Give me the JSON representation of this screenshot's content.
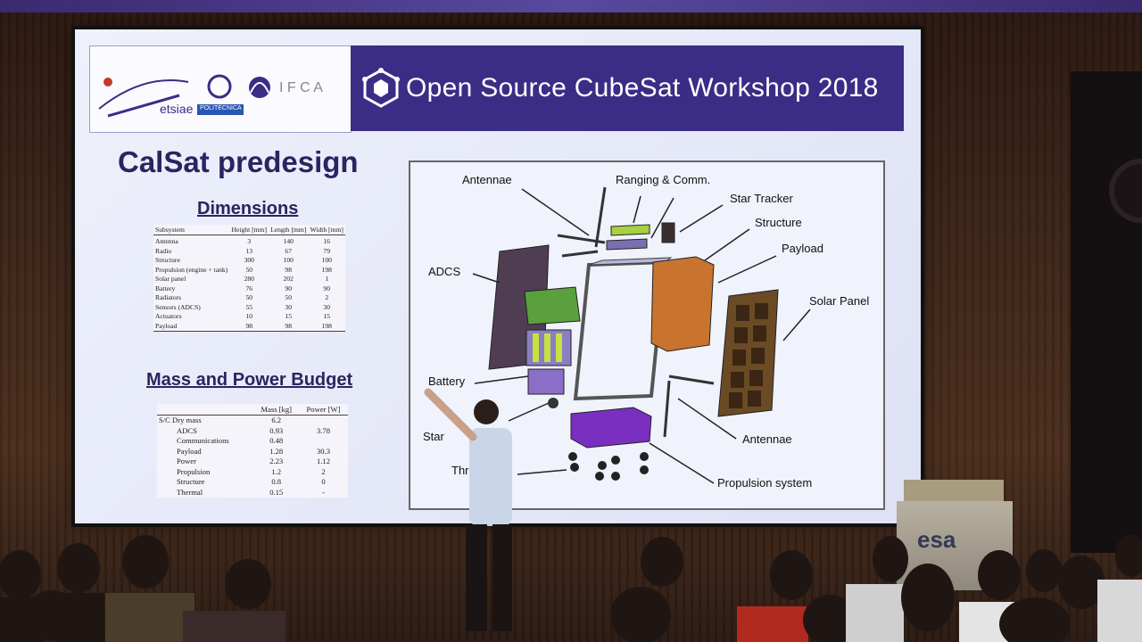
{
  "banner": {
    "title": "Open Source CubeSat Workshop 2018",
    "logo_etsiae": "etsiae",
    "logo_upm": "POLITÉCNICA",
    "logo_ifca": "I F C A"
  },
  "slide": {
    "title": "CalSat predesign",
    "dimensions_heading": "Dimensions",
    "dimensions_table": {
      "headers": [
        "Subsystem",
        "Height [mm]",
        "Length [mm]",
        "Width [mm]"
      ],
      "rows": [
        [
          "Antenna",
          "3",
          "140",
          "16"
        ],
        [
          "Radio",
          "13",
          "67",
          "79"
        ],
        [
          "Structure",
          "300",
          "100",
          "100"
        ],
        [
          "Propulsion (engine + tank)",
          "50",
          "98",
          "198"
        ],
        [
          "Solar panel",
          "280",
          "202",
          "1"
        ],
        [
          "Battery",
          "76",
          "90",
          "90"
        ],
        [
          "Radiators",
          "50",
          "50",
          "2"
        ],
        [
          "Sensors (ADCS)",
          "55",
          "30",
          "30"
        ],
        [
          "Actuators",
          "10",
          "15",
          "15"
        ],
        [
          "Payload",
          "98",
          "98",
          "198"
        ]
      ]
    },
    "mass_heading": "Mass and Power Budget",
    "mass_table": {
      "headers": [
        "",
        "Mass [kg]",
        "Power [W]"
      ],
      "rows": [
        [
          "S/C Dry mass",
          "6.2",
          ""
        ],
        [
          "ADCS",
          "0.93",
          "3.78"
        ],
        [
          "Communications",
          "0.48",
          ""
        ],
        [
          "Payload",
          "1.28",
          "30.3"
        ],
        [
          "Power",
          "2.23",
          "1.12"
        ],
        [
          "Propulsion",
          "1.2",
          "2"
        ],
        [
          "Structure",
          "0.8",
          "0"
        ],
        [
          "Thermal",
          "0.15",
          "-"
        ]
      ]
    },
    "diagram_labels": {
      "antennae_top": "Antennae",
      "ranging": "Ranging & Comm.",
      "star_tracker": "Star Tracker",
      "structure": "Structure",
      "payload": "Payload",
      "adcs": "ADCS",
      "solar_panel": "Solar Panel",
      "battery": "Battery",
      "star": "Star",
      "thr": "Thr",
      "antennae_bottom": "Antennae",
      "propulsion": "Propulsion system"
    }
  },
  "venue": {
    "podium_logo": "esa"
  },
  "colors": {
    "banner": "#3b2d86",
    "payload": "#c8742e",
    "adcs_green": "#5aa03c",
    "propulsion": "#7a2fc0",
    "solar_panel": "#6b4a26"
  }
}
